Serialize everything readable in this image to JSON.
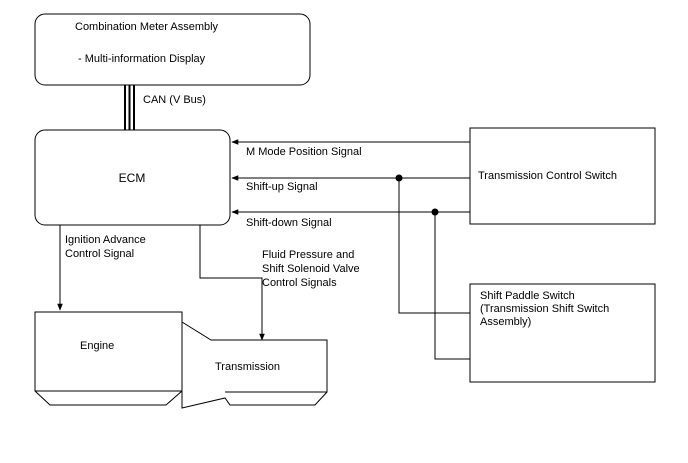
{
  "meter": {
    "title": "Combination Meter Assembly",
    "sub": "- Multi-information Display"
  },
  "bus": {
    "label": "CAN (V Bus)"
  },
  "ecm": {
    "label": "ECM"
  },
  "tcs": {
    "label": "Transmission Control Switch"
  },
  "paddle": {
    "line1": "Shift Paddle Switch",
    "line2": "(Transmission Shift Switch",
    "line3": "Assembly)"
  },
  "signals": {
    "m_mode": "M Mode Position Signal",
    "shift_up": "Shift-up Signal",
    "shift_down": "Shift-down Signal",
    "ign1": "Ignition Advance",
    "ign2": "Control Signal",
    "fluid1": "Fluid Pressure and",
    "fluid2": "Shift Solenoid Valve",
    "fluid3": "Control Signals"
  },
  "engine": {
    "label": "Engine"
  },
  "transmission": {
    "label": "Transmission"
  }
}
